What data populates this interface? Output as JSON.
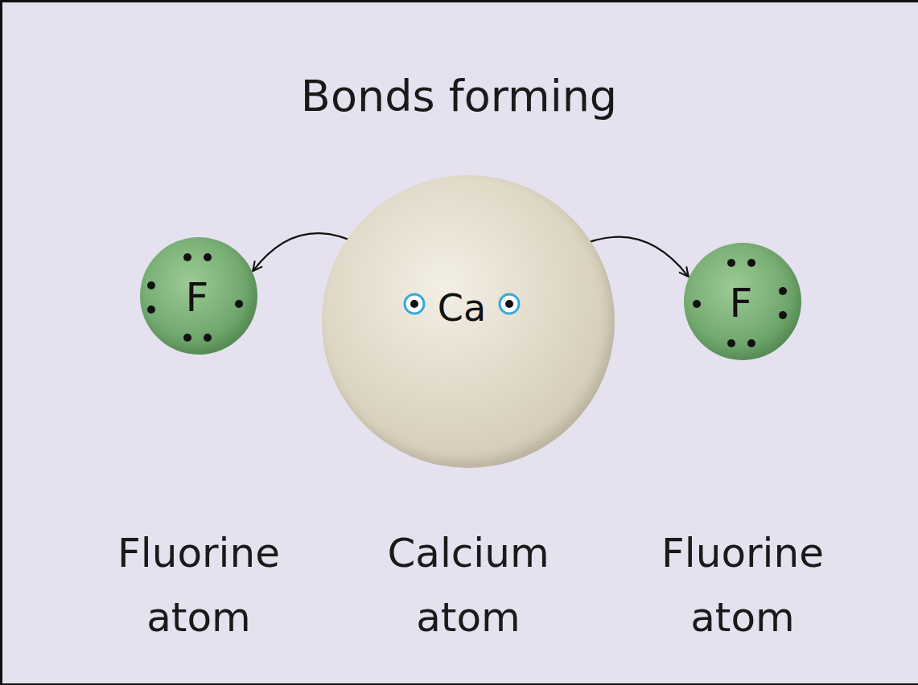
{
  "diagram": {
    "title": "Bonds forming",
    "nodes": [
      {
        "text": [
          "F",
          "Fluorine atom"
        ]
      },
      {
        "text": [
          "Ca",
          "Calcium atom"
        ]
      },
      {
        "text": [
          "F",
          "Fluorine atom"
        ]
      }
    ],
    "edges": [
      {
        "from": 1,
        "to": 0,
        "arrow": "to"
      },
      {
        "from": 1,
        "to": 2,
        "arrow": "to"
      }
    ]
  }
}
